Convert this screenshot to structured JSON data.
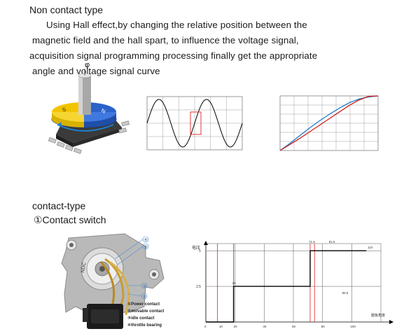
{
  "non_contact": {
    "heading": "Non contact type",
    "description_lines": [
      "Using Hall effect,by changing the relative position between the",
      "magnetic field and the hall spart, to influence the voltage signal,",
      "acquisition signal programming processing finally get the appropriate",
      "angle and voltage signal curve"
    ],
    "sensor_symbol": "φ",
    "magnet_labels": [
      "S",
      "N"
    ]
  },
  "contact": {
    "heading": "contact-type",
    "subheading": "①Contact switch",
    "callouts": [
      "④",
      "⑤",
      "②",
      "③"
    ],
    "legend": [
      "①Power contact",
      "②movable contact",
      "③idle contact",
      "④throttle bearing"
    ],
    "switch_chart": {
      "y_ticks": [
        "5",
        "2.5"
      ],
      "x_ticks": [
        "0",
        "10",
        "20",
        "40",
        "60",
        "80",
        "100"
      ],
      "y_axis_label": "电压",
      "x_axis_label": "踏板角度",
      "annotations": [
        "19",
        "71.5",
        "81.5",
        "90.5",
        "110"
      ]
    }
  },
  "colors": {
    "sine": "#000000",
    "highlight": "#e02020",
    "curve_blue": "#1f7fd0",
    "curve_red": "#d01e1e",
    "magnet_blue": "#2a62c9",
    "magnet_yellow": "#f2c400"
  },
  "chart_data": [
    {
      "type": "line",
      "series": [
        {
          "values": [
            0,
            1,
            0,
            -1,
            0,
            1,
            0,
            -1,
            0
          ]
        }
      ],
      "x": [
        0,
        0.5,
        1,
        1.5,
        2,
        2.5,
        3,
        3.5,
        4
      ],
      "xlabel": "",
      "ylabel": "",
      "grid": true
    },
    {
      "type": "line",
      "x": [
        0,
        1,
        2,
        3,
        4,
        5,
        6,
        7,
        8,
        9,
        10
      ],
      "series": [
        {
          "values": [
            0,
            0.13,
            0.27,
            0.41,
            0.54,
            0.66,
            0.77,
            0.87,
            0.94,
            0.98,
            1.0
          ]
        },
        {
          "values": [
            0,
            0.11,
            0.22,
            0.34,
            0.46,
            0.58,
            0.7,
            0.82,
            0.92,
            0.99,
            1.0
          ]
        }
      ],
      "grid": true
    },
    {
      "type": "line",
      "x": [
        0,
        19,
        19,
        71.5,
        71.5,
        110
      ],
      "series": [
        {
          "values": [
            0,
            0,
            2.5,
            2.5,
            5,
            5
          ]
        }
      ],
      "ylim": [
        0,
        5.5
      ],
      "xlim": [
        0,
        120
      ],
      "grid": true
    }
  ]
}
